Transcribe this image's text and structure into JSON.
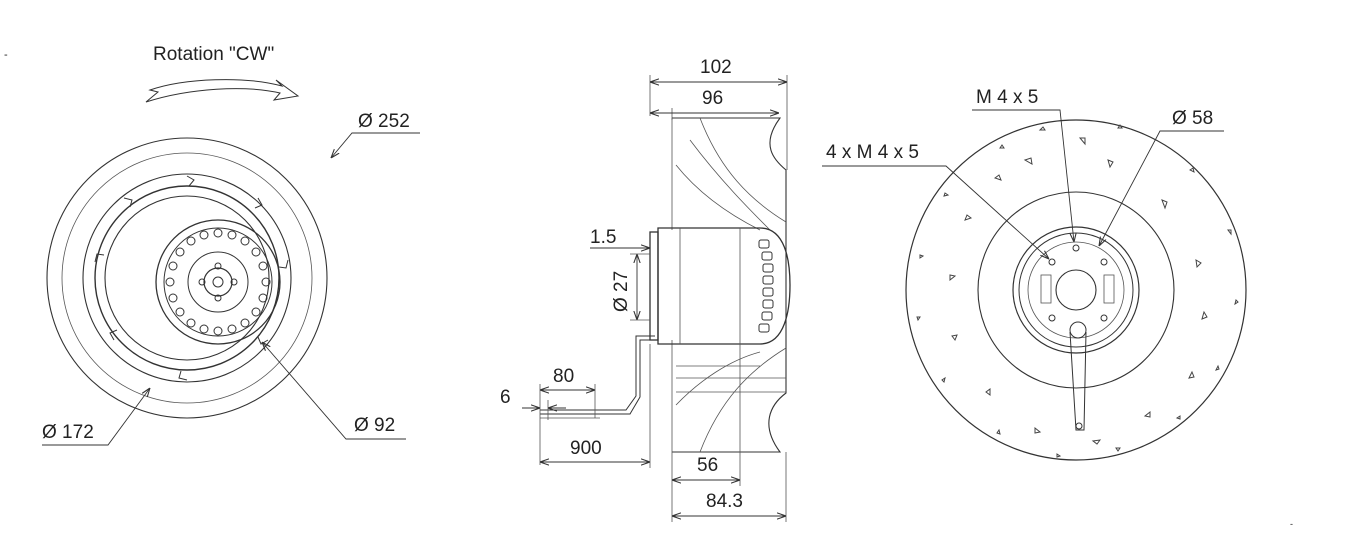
{
  "rotation": {
    "label": "Rotation \"CW\""
  },
  "front_view": {
    "outer_diameter": "Ø 252",
    "inlet_diameter": "Ø 172",
    "rotor_diameter": "Ø 92"
  },
  "side_view": {
    "overall_width": "102",
    "blade_width": "96",
    "flange_thickness": "1.5",
    "shaft_diameter": "Ø 27",
    "lead_strip": "80",
    "wire_strip": "6",
    "cable_length": "900",
    "motor_depth": "56",
    "mount_depth": "84.3"
  },
  "rear_view": {
    "center_thread": "M 4 x 5",
    "mount_threads": "4 x M 4 x 5",
    "bolt_circle": "Ø 58"
  }
}
